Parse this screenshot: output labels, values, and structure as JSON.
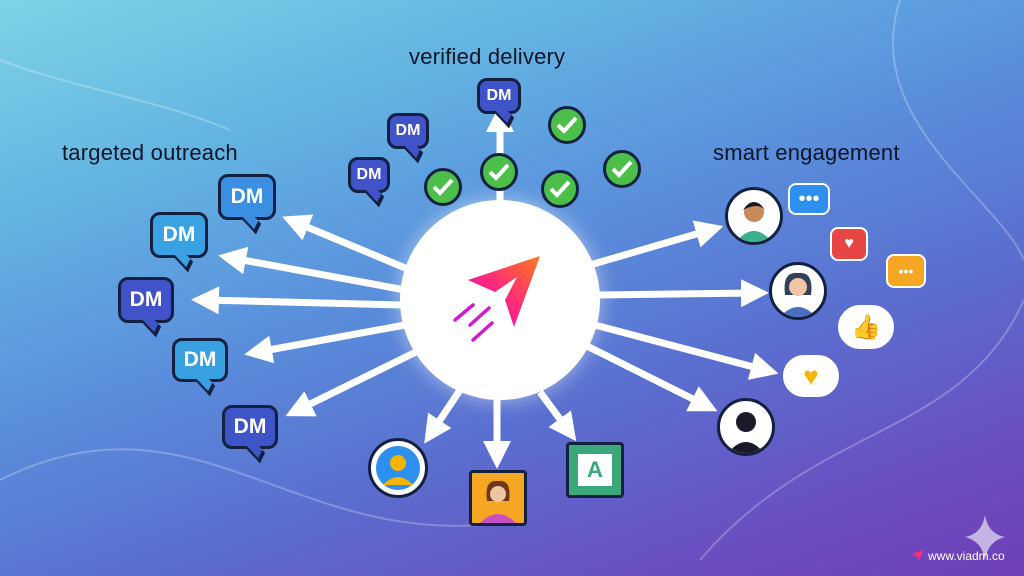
{
  "headings": {
    "top": "verified delivery",
    "left": "targeted outreach",
    "right": "smart engagement"
  },
  "dm_label": "DM",
  "dm_bubbles": [
    {
      "label": "DM",
      "color": "#3b8fe3"
    },
    {
      "label": "DM",
      "color": "#3aa2e3"
    },
    {
      "label": "DM",
      "color": "#4153c9"
    },
    {
      "label": "DM",
      "color": "#39a0e0"
    },
    {
      "label": "DM",
      "color": "#3e55c8"
    },
    {
      "label": "DM",
      "color": "#4153c9"
    },
    {
      "label": "DM",
      "color": "#4153c9"
    },
    {
      "label": "DM",
      "color": "#4153c9"
    }
  ],
  "bottom_tile_letter": "A",
  "footer": {
    "url": "www.viadm.co"
  },
  "colors": {
    "check": "#4bbf4a",
    "logo_start": "#ff2d78",
    "logo_end": "#ff7a1a",
    "heart": "#e84545",
    "chat_orange": "#f5a623",
    "chat_blue": "#2d8ff0"
  }
}
